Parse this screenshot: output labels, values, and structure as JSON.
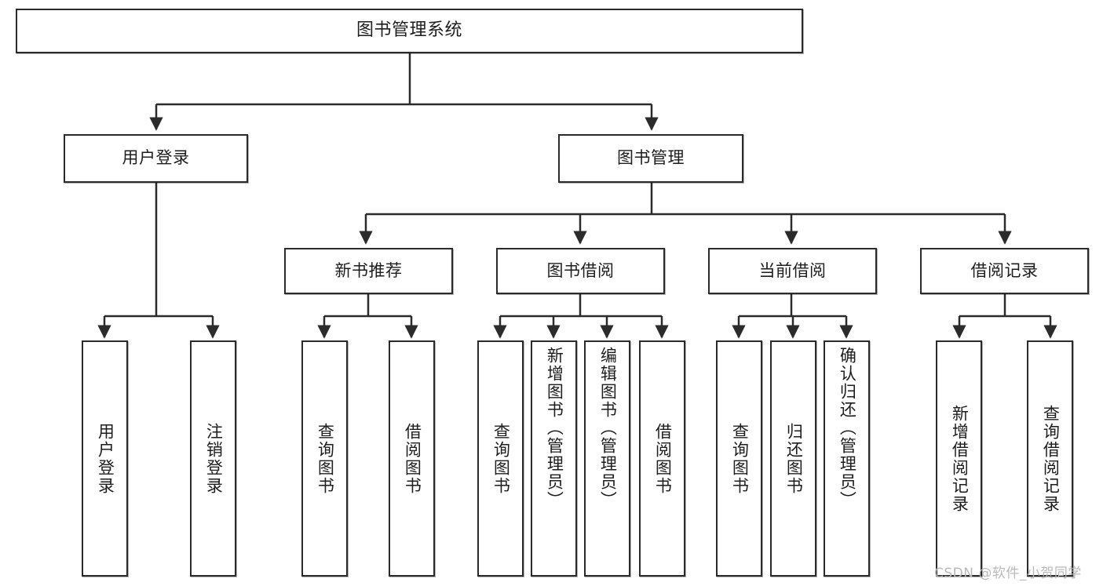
{
  "diagram": {
    "title": "图书管理系统",
    "type": "tree",
    "watermark": "CSDN @软件_小贺同学",
    "stroke_color": "#2b2b2b",
    "fill_color": "#ffffff",
    "text_color": "#1d1d1d",
    "watermark_color": "#b9b9b9"
  },
  "nodes": {
    "root": {
      "label": "图书管理系统"
    },
    "level2": [
      {
        "id": "user-login",
        "label": "用户登录"
      },
      {
        "id": "book-manage",
        "label": "图书管理"
      }
    ],
    "level3": [
      {
        "id": "new-book-recommend",
        "label": "新书推荐"
      },
      {
        "id": "book-borrow",
        "label": "图书借阅"
      },
      {
        "id": "current-borrow",
        "label": "当前借阅"
      },
      {
        "id": "borrow-record",
        "label": "借阅记录"
      }
    ],
    "leaves": {
      "user_login": [
        {
          "id": "leaf-user-login",
          "label": "用户登录"
        },
        {
          "id": "leaf-logout-login",
          "label": "注销登录"
        }
      ],
      "new_book_recommend": [
        {
          "id": "leaf-query-book-1",
          "label": "查询图书"
        },
        {
          "id": "leaf-borrow-book-1",
          "label": "借阅图书"
        }
      ],
      "book_borrow": [
        {
          "id": "leaf-query-book-2",
          "label": "查询图书"
        },
        {
          "id": "leaf-add-book-admin",
          "label": "新增图书（管理员）"
        },
        {
          "id": "leaf-edit-book-admin",
          "label": "编辑图书（管理员）"
        },
        {
          "id": "leaf-borrow-book-2",
          "label": "借阅图书"
        }
      ],
      "current_borrow": [
        {
          "id": "leaf-query-book-3",
          "label": "查询图书"
        },
        {
          "id": "leaf-return-book",
          "label": "归还图书"
        },
        {
          "id": "leaf-confirm-return-admin",
          "label": "确认归还（管理员）"
        }
      ],
      "borrow_record": [
        {
          "id": "leaf-add-borrow-record",
          "label": "新增借阅记录"
        },
        {
          "id": "leaf-query-borrow-record",
          "label": "查询借阅记录"
        }
      ]
    }
  }
}
